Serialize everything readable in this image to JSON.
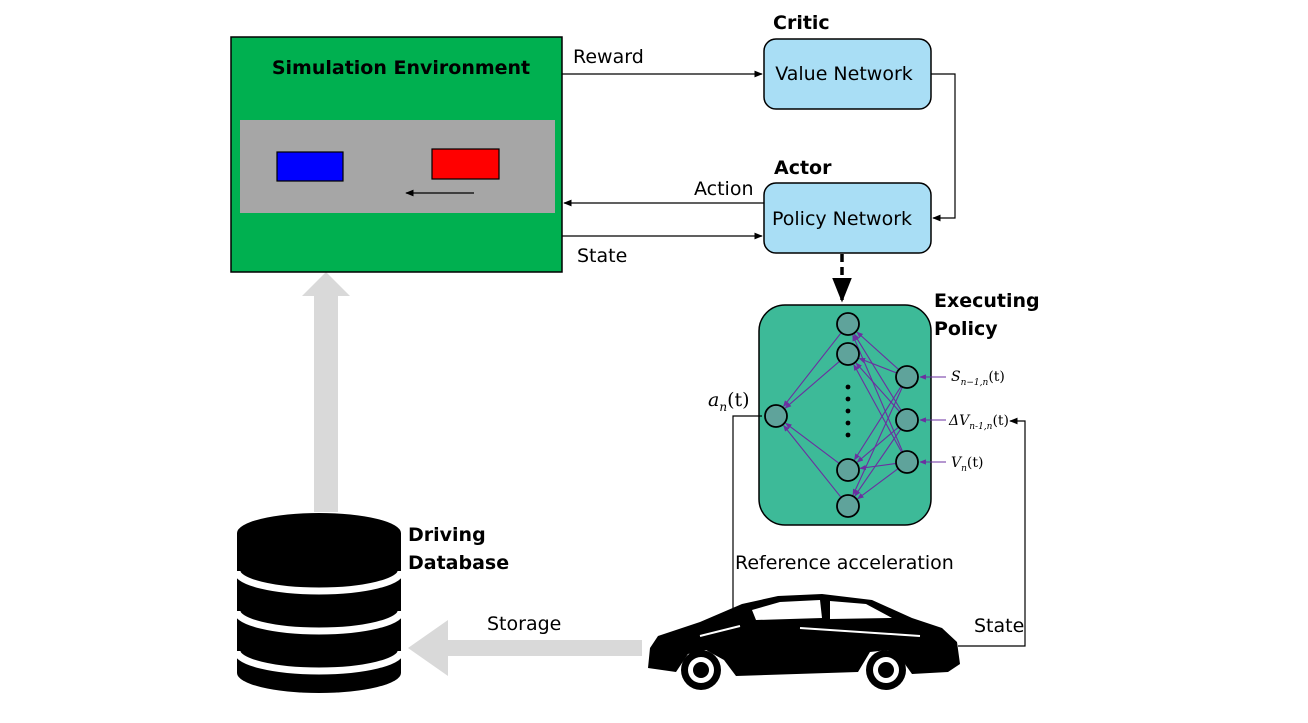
{
  "simulation": {
    "title": "Simulation Environment"
  },
  "critic": {
    "heading": "Critic",
    "box": "Value Network"
  },
  "actor": {
    "heading": "Actor",
    "box": "Policy Network"
  },
  "executing": {
    "heading_line1": "Executing",
    "heading_line2": "Policy"
  },
  "edges": {
    "reward": "Reward",
    "action": "Action",
    "state_top": "State",
    "reference": "Reference acceleration",
    "storage": "Storage",
    "state_car": "State"
  },
  "database": {
    "line1": "Driving",
    "line2": "Database"
  },
  "math": {
    "output": {
      "base": "a",
      "sub": "n",
      "arg": "(t)"
    },
    "input1": {
      "base": "S",
      "sub": "n−1,n",
      "arg": "(t)"
    },
    "input2": {
      "base": "ΔV",
      "sub": "n-1,n",
      "arg": "(t)"
    },
    "input3": {
      "base": "V",
      "sub": "n",
      "arg": "(t)"
    }
  },
  "colors": {
    "env_green": "#00b050",
    "road_gray": "#a6a6a6",
    "blue_car": "#0000ff",
    "red_car": "#ff0000",
    "box_blue": "#a9def5",
    "policy_teal": "#3dba98",
    "neuron": "#5fa39b",
    "connection_purple": "#6b2fa0",
    "big_arrow_gray": "#d9d9d9"
  },
  "icons": [
    "database-icon",
    "car-icon",
    "neural-network-icon"
  ]
}
